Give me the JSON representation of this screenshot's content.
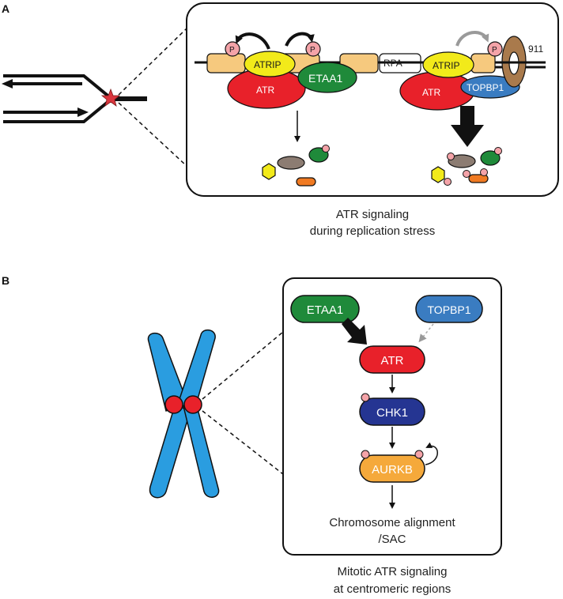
{
  "panelA": {
    "label": "A",
    "proteins": {
      "atrip": "ATRIP",
      "atr": "ATR",
      "etaa1": "ETAA1",
      "rpa": "RPA",
      "topbp1": "TOPBP1",
      "clamp": "911",
      "phospho": "P"
    },
    "caption_line1": "ATR signaling",
    "caption_line2": "during replication stress"
  },
  "panelB": {
    "label": "B",
    "nodes": {
      "etaa1": "ETAA1",
      "topbp1": "TOPBP1",
      "atr": "ATR",
      "chk1": "CHK1",
      "aurkb": "AURKB"
    },
    "outcome_line1": "Chromosome alignment",
    "outcome_line2": "/SAC",
    "caption_line1": "Mitotic ATR signaling",
    "caption_line2": "at centromeric regions"
  },
  "colors": {
    "atr_red": "#e8212a",
    "atrip_yellow": "#f2ea1a",
    "etaa1_green": "#1f8a3a",
    "topbp1_blue": "#3a7cc1",
    "chk1_navy": "#253592",
    "aurkb_orange": "#f5a93b",
    "rpa_tan": "#f6c97e",
    "phospho_pink": "#f4a3a8",
    "clamp_brown": "#a97a4c",
    "chromosome_blue": "#2a9de0",
    "star_red": "#d9363e"
  }
}
